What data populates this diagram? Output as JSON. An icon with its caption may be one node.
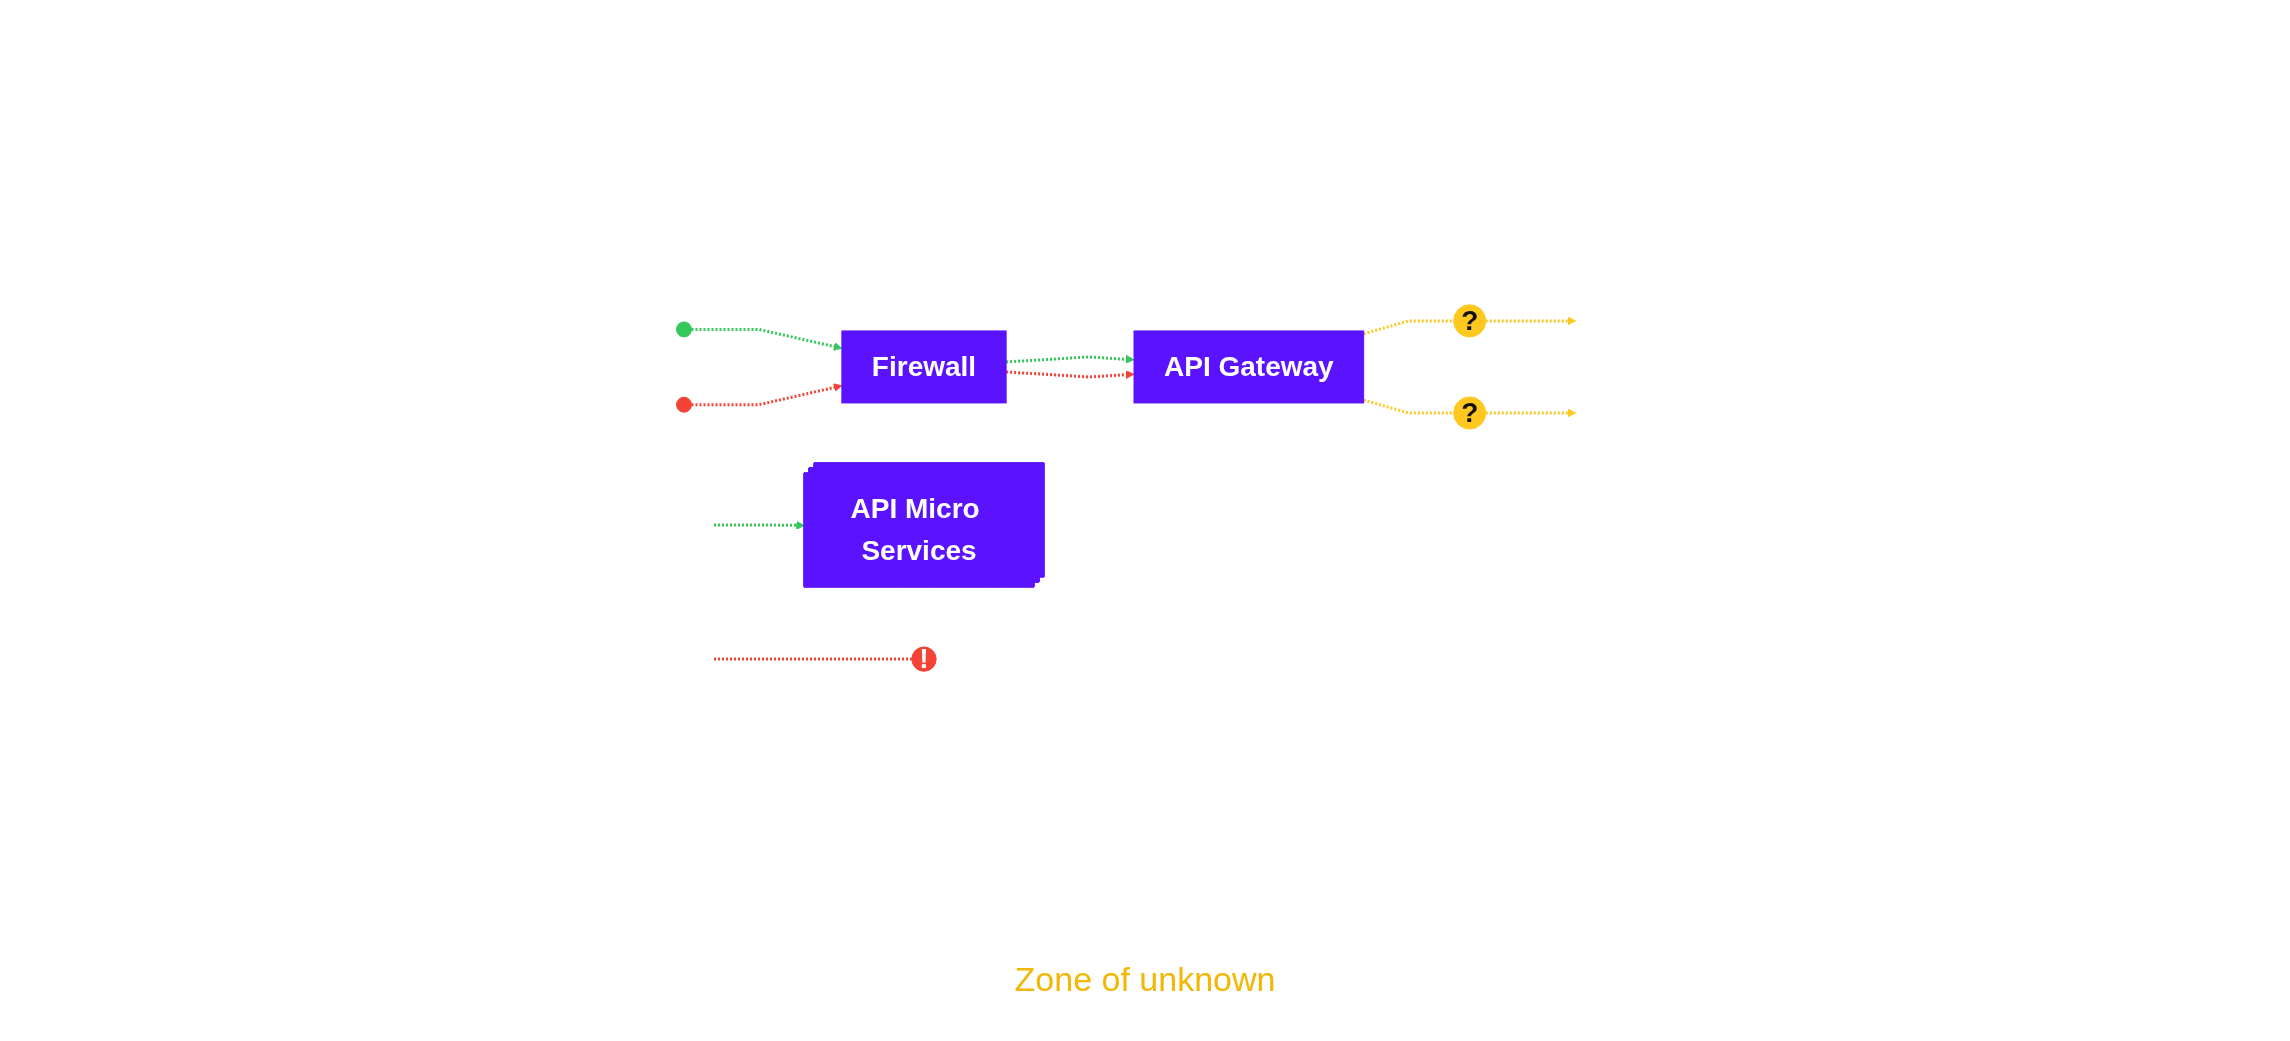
{
  "diagram": {
    "nodes": [
      {
        "text": [],
        "shape": "person"
      },
      {
        "text": [],
        "shape": "person"
      },
      {
        "text": [
          "Firewall"
        ]
      },
      {
        "text": [
          "API Gateway"
        ]
      },
      {
        "text": [
          "?"
        ]
      },
      {
        "text": [
          "?"
        ]
      },
      {
        "text": [
          "API Micro Services"
        ]
      },
      {
        "text": [
          "!"
        ]
      }
    ],
    "edges": [
      {
        "from": 0,
        "to": 2,
        "arrow": "to",
        "style": "dashed",
        "color": "#34c759"
      },
      {
        "from": 2,
        "to": 3,
        "arrow": "to",
        "style": "dashed",
        "color": "#34c759"
      },
      {
        "from": 3,
        "to": 4,
        "arrow": "none",
        "style": "dashed",
        "color": "#fec81e"
      },
      {
        "from": 4,
        "to": null,
        "arrow": "to",
        "style": "dashed",
        "color": "#fec81e"
      },
      {
        "from": null,
        "to": 6,
        "arrow": "to",
        "style": "dashed",
        "color": "#34c759"
      },
      {
        "from": 1,
        "to": 2,
        "arrow": "to",
        "style": "dashed",
        "color": "#f44336"
      },
      {
        "from": 2,
        "to": 3,
        "arrow": "to",
        "style": "dashed",
        "color": "#f44336"
      },
      {
        "from": 3,
        "to": 5,
        "arrow": "none",
        "style": "dashed",
        "color": "#fec81e"
      },
      {
        "from": 5,
        "to": null,
        "arrow": "to",
        "style": "dashed",
        "color": "#fec81e"
      },
      {
        "from": null,
        "to": 7,
        "arrow": "none",
        "style": "dashed",
        "color": "#f44336"
      }
    ],
    "labels": [
      "Zone of unknown"
    ]
  }
}
